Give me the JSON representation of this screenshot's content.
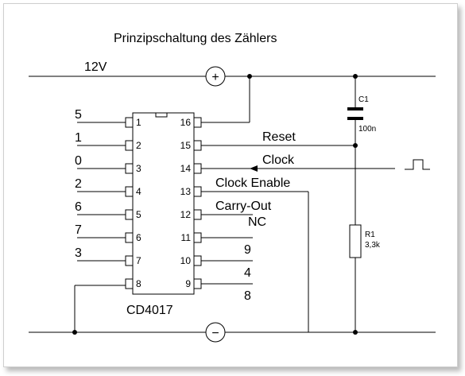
{
  "title": "Prinzipschaltung des Zählers",
  "supply_label": "12V",
  "plus_symbol": "+",
  "minus_symbol": "−",
  "ic": {
    "name": "CD4017",
    "left_pins": [
      {
        "pin": "1",
        "output": "5"
      },
      {
        "pin": "2",
        "output": "1"
      },
      {
        "pin": "3",
        "output": "0"
      },
      {
        "pin": "4",
        "output": "2"
      },
      {
        "pin": "5",
        "output": "6"
      },
      {
        "pin": "6",
        "output": "7"
      },
      {
        "pin": "7",
        "output": "3"
      },
      {
        "pin": "8",
        "output": ""
      }
    ],
    "right_pins": [
      {
        "pin": "16",
        "label": ""
      },
      {
        "pin": "15",
        "label": "Reset"
      },
      {
        "pin": "14",
        "label": "Clock"
      },
      {
        "pin": "13",
        "label": "Clock Enable"
      },
      {
        "pin": "12",
        "label": "Carry-Out"
      },
      {
        "pin": "11",
        "label": "9"
      },
      {
        "pin": "10",
        "label": "4"
      },
      {
        "pin": "9",
        "label": "8"
      }
    ],
    "nc_label": "NC"
  },
  "capacitor": {
    "name": "C1",
    "value": "100n"
  },
  "resistor": {
    "name": "R1",
    "value": "3,3k"
  }
}
